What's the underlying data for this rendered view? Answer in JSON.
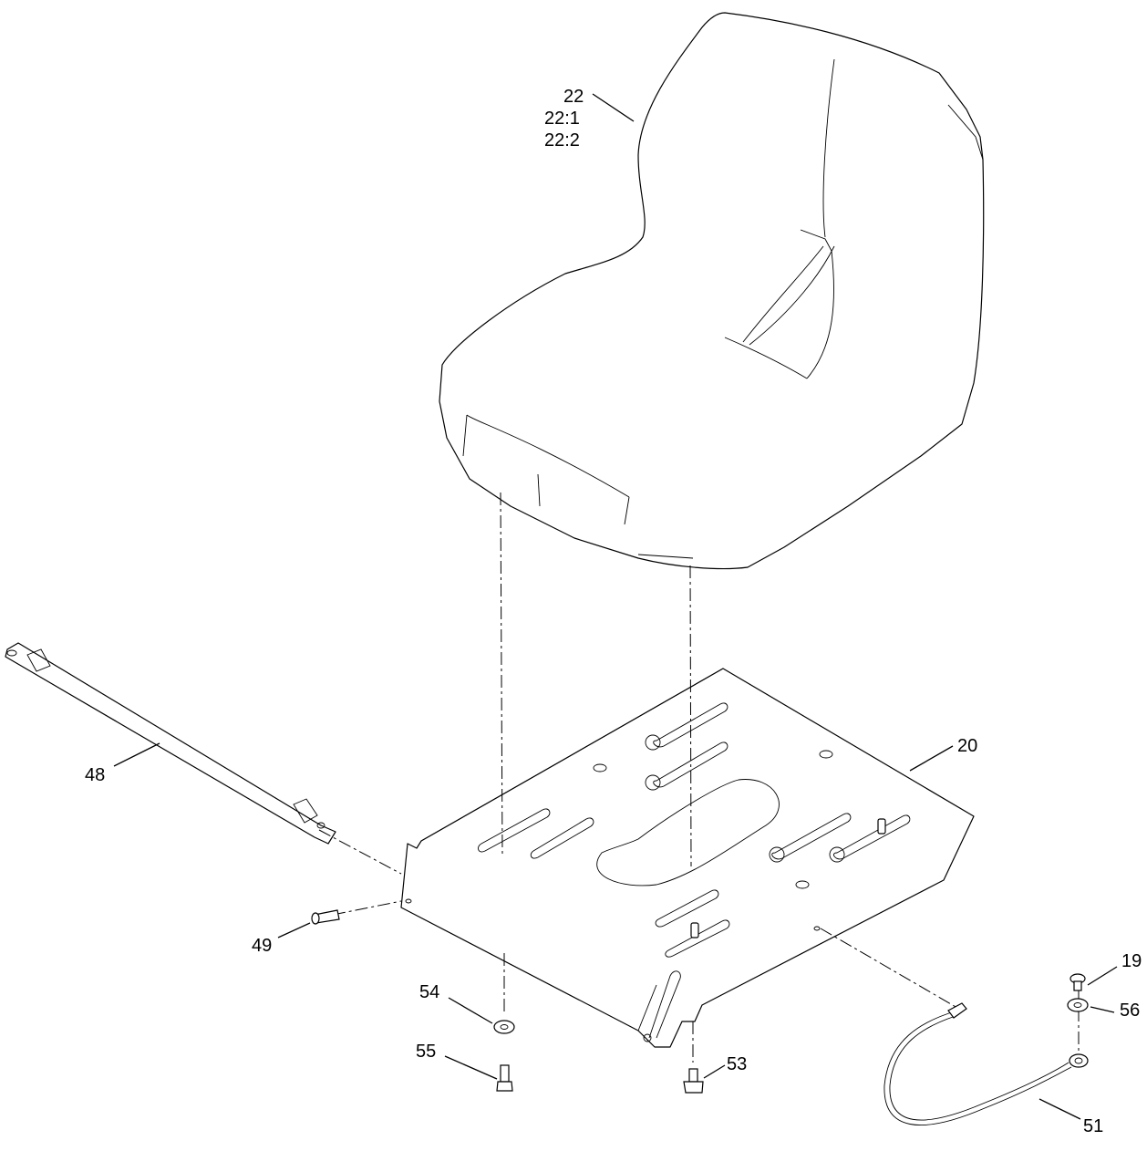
{
  "labels": {
    "seat_a": "22",
    "seat_b": "22:1",
    "seat_c": "22:2",
    "plate": "20",
    "rod": "48",
    "screw": "49",
    "washer_left": "54",
    "bolt_left": "55",
    "bolt_right": "53",
    "cap_screw": "19",
    "washer_right": "56",
    "cable": "51"
  }
}
